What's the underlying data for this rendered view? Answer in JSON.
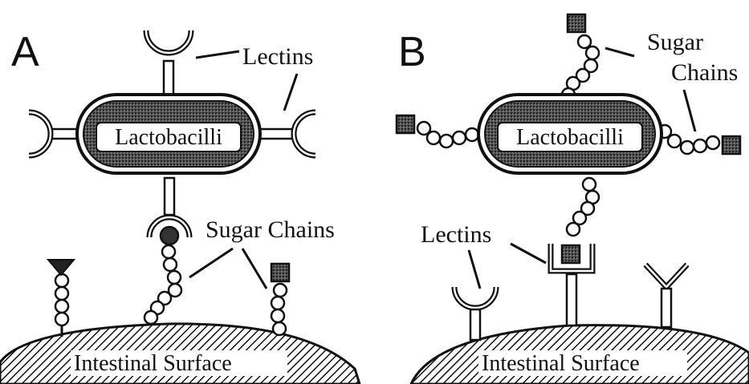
{
  "panel_a": {
    "letter": "A",
    "bacterium_label": "Lactobacilli",
    "lectins_label": "Lectins",
    "sugar_chains_label": "Sugar Chains",
    "surface_label": "Intestinal Surface"
  },
  "panel_b": {
    "letter": "B",
    "bacterium_label": "Lactobacilli",
    "sugar_chains_label_line1": "Sugar",
    "sugar_chains_label_line2": "Chains",
    "lectins_label": "Lectins",
    "surface_label": "Intestinal Surface"
  },
  "style": {
    "ink": "#111111",
    "background": "#ffffff"
  }
}
